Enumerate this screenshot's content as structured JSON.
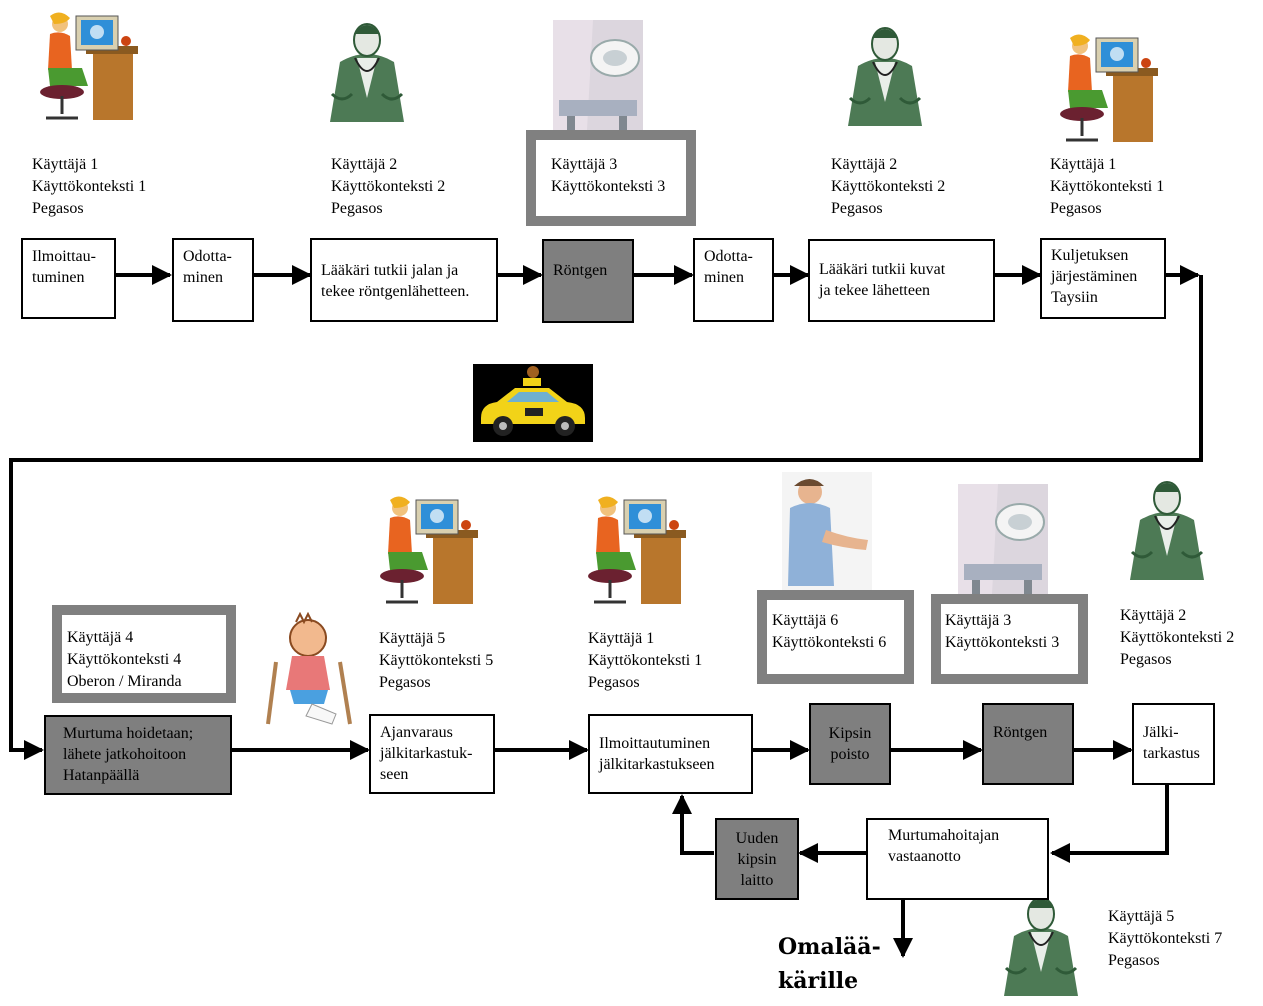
{
  "top_row": {
    "labels": [
      {
        "lines": [
          "Käyttäjä 1",
          "Käyttökonteksti 1",
          "Pegasos"
        ]
      },
      {
        "lines": [
          "Käyttäjä 2",
          "Käyttökonteksti 2",
          "Pegasos"
        ]
      },
      {
        "lines": [
          "Käyttäjä 3",
          "Käyttökonteksti 3"
        ]
      },
      {
        "lines": [
          "Käyttäjä 2",
          "Käyttökonteksti 2",
          "Pegasos"
        ]
      },
      {
        "lines": [
          "Käyttäjä 1",
          "Käyttökonteksti 1",
          "Pegasos"
        ]
      }
    ],
    "boxes": [
      {
        "lines": [
          "Ilmoittau-",
          "tuminen"
        ]
      },
      {
        "lines": [
          "Odotta-",
          "minen"
        ]
      },
      {
        "lines": [
          "Lääkäri tutkii jalan ja",
          "tekee röntgenlähetteen."
        ]
      },
      {
        "lines": [
          "Röntgen"
        ]
      },
      {
        "lines": [
          "Odotta-",
          "minen"
        ]
      },
      {
        "lines": [
          "Lääkäri tutkii kuvat",
          "ja tekee lähetteen"
        ]
      },
      {
        "lines": [
          "Kuljetuksen",
          "järjestäminen",
          "Taysiin"
        ]
      }
    ]
  },
  "bottom_row": {
    "labels": [
      {
        "lines": [
          "Käyttäjä 4",
          "Käyttökonteksti 4",
          "Oberon / Miranda"
        ]
      },
      {
        "lines": [
          "Käyttäjä 5",
          "Käyttökonteksti 5",
          "Pegasos"
        ]
      },
      {
        "lines": [
          "Käyttäjä 1",
          "Käyttökonteksti 1",
          "Pegasos"
        ]
      },
      {
        "lines": [
          "Käyttäjä 6",
          "Käyttökonteksti 6"
        ]
      },
      {
        "lines": [
          "Käyttäjä 3",
          "Käyttökonteksti 3"
        ]
      },
      {
        "lines": [
          "Käyttäjä 2",
          "Käyttökonteksti 2",
          "Pegasos"
        ]
      },
      {
        "lines": [
          "Käyttäjä 5",
          "Käyttökonteksti 7",
          "Pegasos"
        ]
      }
    ],
    "boxes": [
      {
        "lines": [
          "Murtuma hoidetaan;",
          "lähete jatkohoitoon",
          "Hatanpäällä"
        ]
      },
      {
        "lines": [
          "Ajanvaraus",
          "jälkitarkastuk-",
          "seen"
        ]
      },
      {
        "lines": [
          "Ilmoittautuminen",
          "jälkitarkastukseen"
        ]
      },
      {
        "lines": [
          "Kipsin",
          "poisto"
        ]
      },
      {
        "lines": [
          "Röntgen"
        ]
      },
      {
        "lines": [
          "Jälki-",
          "tarkastus"
        ]
      },
      {
        "lines": [
          "Murtumahoitajan",
          "vastaanotto"
        ]
      },
      {
        "lines": [
          "Uuden",
          "kipsin",
          "laitto"
        ]
      }
    ]
  },
  "exit_label": {
    "lines": [
      "Omalää-",
      "kärille"
    ]
  },
  "illustrations": [
    "receptionist-icon",
    "doctor-icon",
    "xray-room-icon",
    "doctor-icon",
    "receptionist-icon",
    "taxi-icon",
    "child-on-crutches-icon",
    "receptionist-icon",
    "receptionist-icon",
    "cast-patient-icon",
    "xray-room-icon",
    "doctor-icon",
    "doctor-icon"
  ],
  "colors": {
    "line": "#000000",
    "highlight_frame": "#808080",
    "dark_box": "#7f7f7f",
    "white": "#ffffff"
  }
}
